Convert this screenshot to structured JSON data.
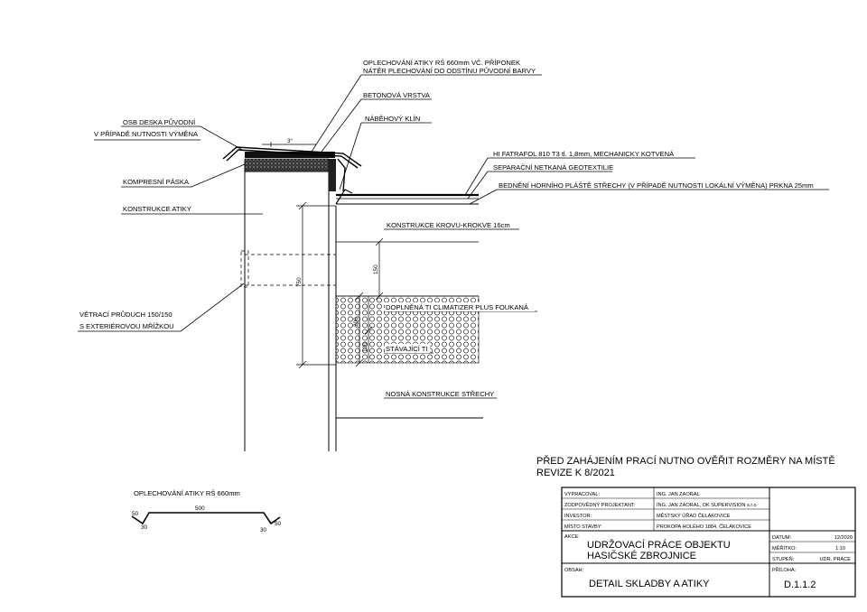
{
  "labels": {
    "oplechovani_1": "OPLECHOVÁNÍ ATIKY RŠ 660mm VČ. PŘÍPONEK",
    "oplechovani_2": "NÁTĚR PLECHOVÁNÍ DO ODSTÍNU PŮVODNÍ BARVY",
    "betonova_vrstva": "BETONOVÁ VRSTVA",
    "nabehovy_klin": "NÁBĚHOVÝ KLÍN",
    "osb_1": "OSB DESKA PŮVODNÍ",
    "osb_2": "V PŘÍPADĚ NUTNOSTI VÝMĚNA",
    "angle": "3°",
    "hi_fatrafol": "HI FATRAFOL 810 T3 tl. 1,8mm, MECHANICKY KOTVENÁ",
    "separacni": "SEPARAČNÍ NETKANÁ GEOTEXTILIE",
    "bedneni": "BEDNĚNÍ HORNÍHO PLÁŠTĚ STŘECHY (V PŘÍPADĚ NUTNOSTI LOKÁLNÍ VÝMĚNA) PRKNA 25mm",
    "kompresni": "KOMPRESNÍ PÁSKA",
    "konstrukce_atiky": "KONSTRUKCE ATIKY",
    "konstrukce_krovu": "KONSTRUKCE KROVU-KROKVE 16cm",
    "vetraci_1": "VĚTRACÍ PRŮDUCH 150/150",
    "vetraci_2": "S EXTERIÉROVOU MŘÍŽKOU",
    "doplnena_ti": "DOPLNĚNÁ TI CLIMATIZER PLUS FOUKANÁ",
    "stavajici_ti": "STÁVAJÍCÍ TI",
    "nosna": "NOSNÁ KONSTRUKCE STŘECHY"
  },
  "dimensions": {
    "d750": "750",
    "d150": "150",
    "d200": "200",
    "d100": "100"
  },
  "notes": {
    "line1": "PŘED ZAHÁJENÍM PRACÍ NUTNO OVĚŘIT ROZMĚRY NA MÍSTĚ",
    "line2": "REVIZE K 8/2021"
  },
  "flashing_detail": {
    "title": "OPLECHOVÁNÍ ATIKY RŠ 660mm",
    "seg_left_top": "50",
    "seg_left_bottom": "30",
    "seg_middle": "500",
    "seg_right_bottom": "30",
    "seg_right_top": "50"
  },
  "title_block": {
    "vypracoval_label": "VYPRACOVAL:",
    "vypracoval_value": "ING. JAN ZAORAL",
    "zodpovedny_label": "ZODPOVĚDNÝ PROJEKTANT:",
    "zodpovedny_value": "ING. JAN ZAORAL, OK SUPERVISION s.r.o",
    "investor_label": "INVESTOR:",
    "investor_value": "MĚSTSKÝ ÚŘAD ČELÁKOVICE",
    "misto_label": "MÍSTO STAVBY:",
    "misto_value": "PROKOPA HOLÉHO 1884, ČELÁKOVICE",
    "akce_label": "AKCE:",
    "akce_line1": "UDRŽOVACÍ PRÁCE OBJEKTU",
    "akce_line2": "HASIČSKÉ ZBROJNICE",
    "datum_label": "DATUM:",
    "datum_value": "12/2020",
    "meritko_label": "MĚŘÍTKO:",
    "meritko_value": "1:10",
    "stupen_label": "STUPEŇ:",
    "stupen_value": "UDR. PRÁCE",
    "obsah_label": "OBSAH:",
    "obsah_value": "DETAIL SKLADBY A ATIKY",
    "priloha_label": "PŘÍLOHA:",
    "priloha_value": "D.1.1.2"
  }
}
